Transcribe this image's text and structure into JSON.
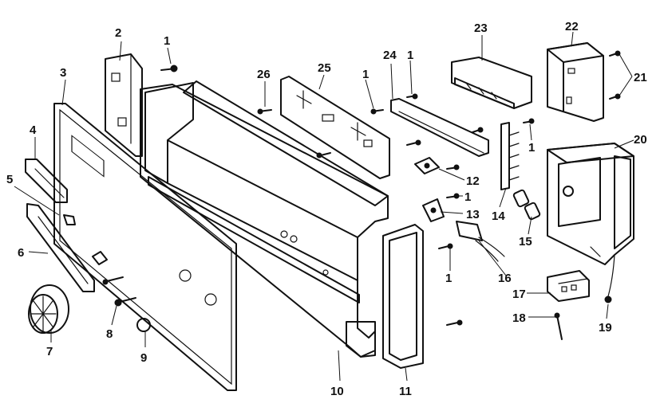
{
  "callouts": {
    "c1": "1",
    "c2": "2",
    "c3": "3",
    "c4": "4",
    "c5": "5",
    "c6": "6",
    "c7": "7",
    "c8": "8",
    "c9": "9",
    "c10": "10",
    "c11": "11",
    "c12": "12",
    "c13": "13",
    "c14": "14",
    "c15": "15",
    "c16": "16",
    "c17": "17",
    "c18": "18",
    "c19": "19",
    "c20": "20",
    "c21": "21",
    "c22": "22",
    "c23": "23",
    "c24": "24",
    "c25": "25",
    "c26": "26"
  },
  "colors": {
    "ink": "#111111",
    "paper": "#ffffff"
  }
}
